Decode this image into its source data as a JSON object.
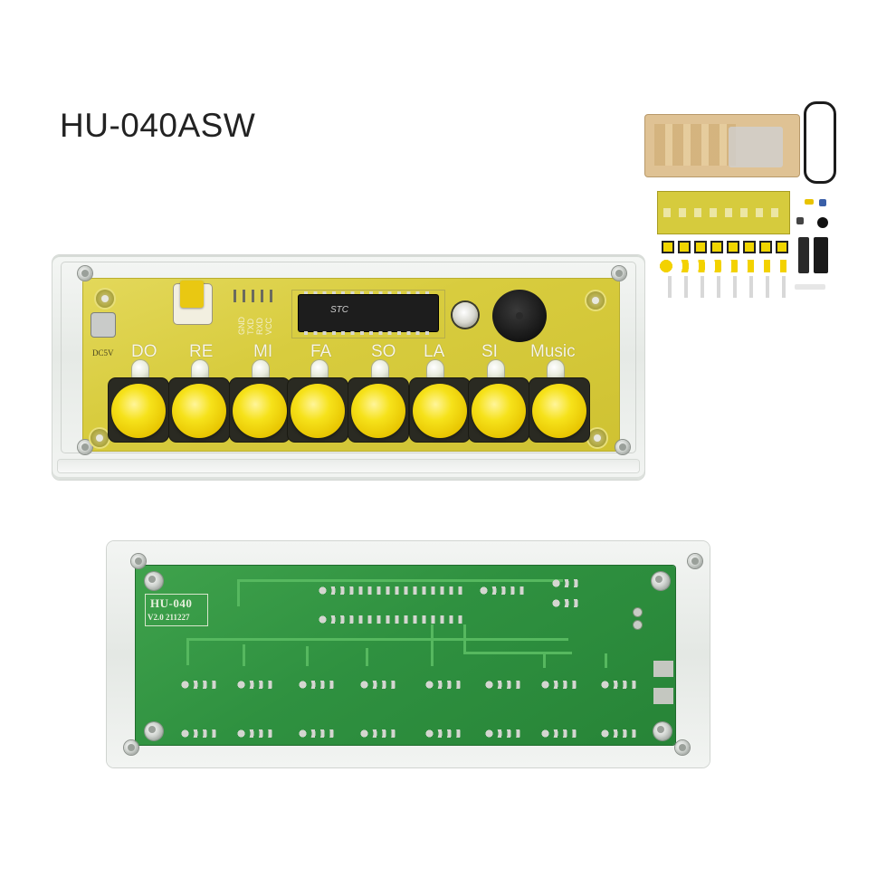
{
  "title": "HU-040ASW",
  "front_board": {
    "dc_label": "DC5V",
    "chip_label": "STC",
    "header_pins": [
      "GND",
      "TXD",
      "RXD",
      "VCC"
    ],
    "note_labels": [
      "DO",
      "RE",
      "MI",
      "FA",
      "SO",
      "LA",
      "SI",
      "Music"
    ]
  },
  "back_board": {
    "model": "HU-040",
    "version": "V2.0  211227"
  },
  "colors": {
    "pcb_front": "#d8cc3e",
    "pcb_back": "#2f9140",
    "button_cap": "#f6e21a"
  }
}
